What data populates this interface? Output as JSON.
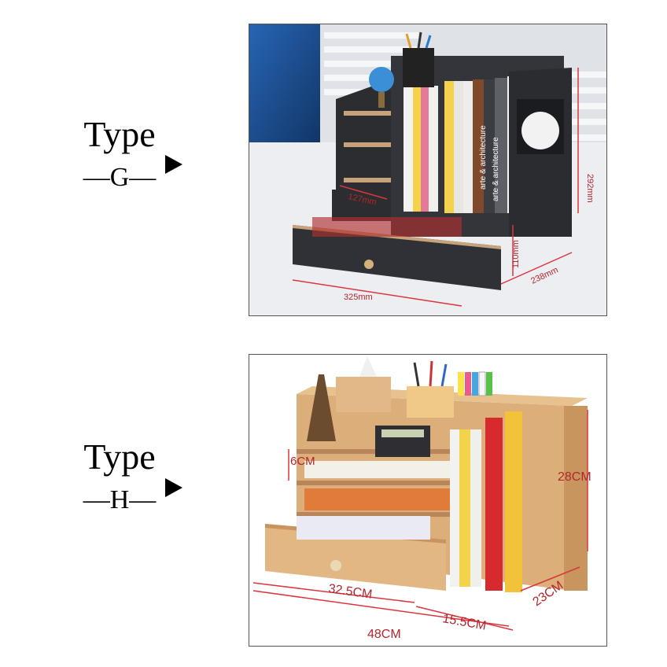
{
  "panels": [
    {
      "type_word": "Type",
      "type_sub": "—G—",
      "dims": {
        "width": "325mm",
        "depth": "238mm",
        "height": "292mm",
        "shelf": "127mm",
        "drawer": "110mm"
      },
      "book_spines": [
        "arte & architecture",
        "arte & architecture"
      ],
      "colors": {
        "wood": "#2b2d31",
        "edge": "#c8a27a",
        "dim_line": "#d9363e"
      }
    },
    {
      "type_word": "Type",
      "type_sub": "—H—",
      "dims": {
        "total_width": "48CM",
        "drawer_width": "32.5CM",
        "book_width": "15.5CM",
        "depth": "23CM",
        "height": "28CM",
        "shelf": "6CM"
      },
      "colors": {
        "wood": "#dcae7a",
        "edge": "#b8865a",
        "dim_line": "#d9363e"
      }
    }
  ]
}
